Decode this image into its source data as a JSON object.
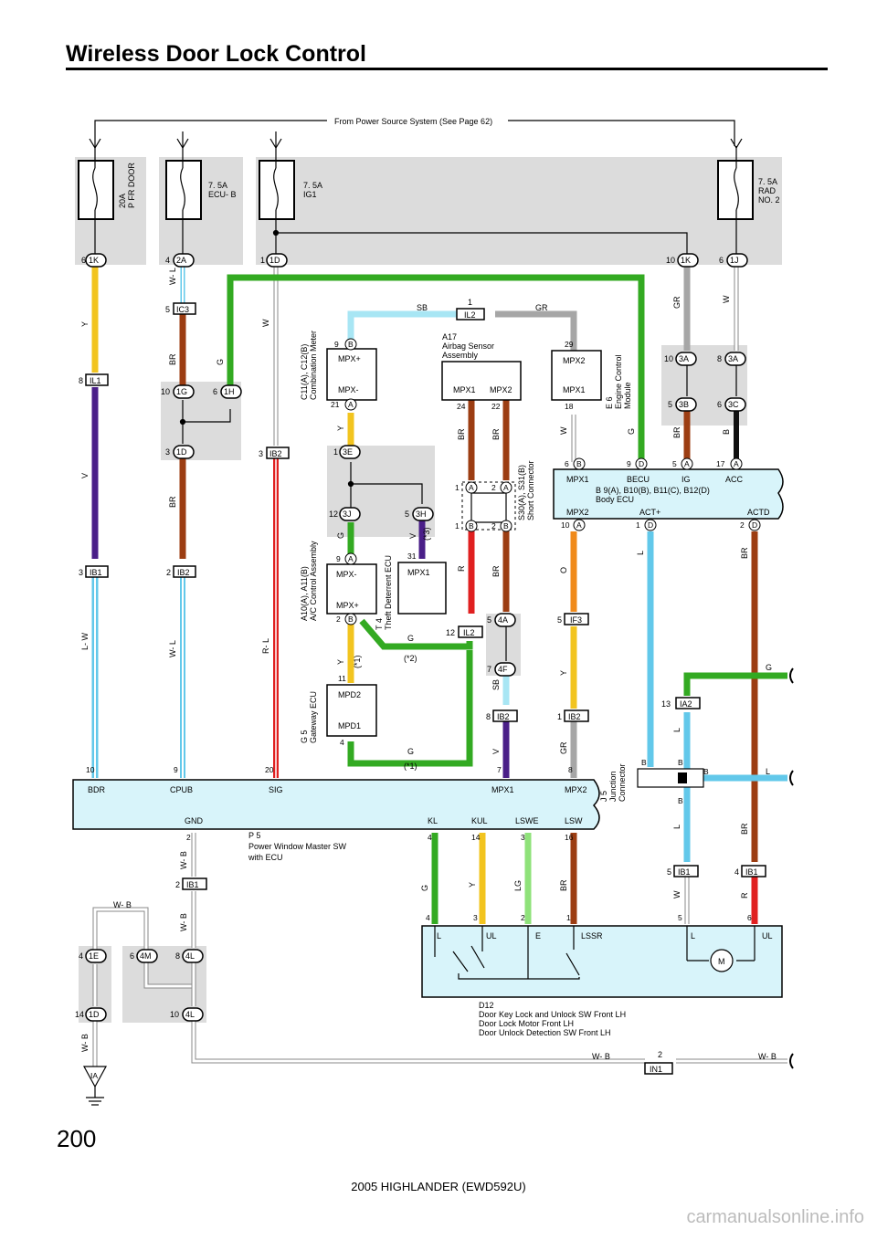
{
  "page": {
    "title": "Wireless Door Lock Control",
    "page_number": "200",
    "footer": "2005 HIGHLANDER (EWD592U)",
    "watermark": "carmanualsonline.info"
  },
  "power_source": "From Power Source System (See Page 62)",
  "fuses": [
    {
      "rating": "20A",
      "name": "P FR DOOR",
      "pin": "6",
      "connector": "1K"
    },
    {
      "rating": "7. 5A",
      "name": "ECU- B",
      "pin": "4",
      "connector": "2A"
    },
    {
      "rating": "7. 5A",
      "name": "IG1",
      "pin": "1",
      "connector": "1D"
    },
    {
      "rating": "7. 5A",
      "name": "RAD",
      "name2": "NO. 2",
      "pin": "6",
      "connector": "1J"
    }
  ],
  "components": {
    "combination_meter": {
      "id": "C11(A), C12(B)",
      "name": "Combination Meter",
      "pin_top": "MPX+",
      "pin_bottom": "MPX-"
    },
    "airbag": {
      "id": "A17",
      "name": "Airbag Sensor",
      "name2": "Assembly",
      "pin1": "MPX1",
      "pin2": "MPX2"
    },
    "engine_ecu": {
      "id": "E 6",
      "name": "Engine Control",
      "name2": "Module",
      "pin_top": "MPX2",
      "pin_bottom": "MPX1"
    },
    "short_connector": {
      "id": "S30(A), S31(B)",
      "name": "Short Connector"
    },
    "body_ecu": {
      "id": "B 9(A), B10(B), B11(C), B12(D)",
      "name": "Body ECU",
      "pins_top": [
        "MPX1",
        "BECU",
        "IG",
        "ACC"
      ],
      "pins_bottom": [
        "MPX2",
        "ACT+",
        "ACTD"
      ]
    },
    "ac_control": {
      "id": "A10(A), A11(B)",
      "name": "A/C Control Assembly",
      "pin_top": "MPX-",
      "pin_bottom": "MPX+"
    },
    "theft_ecu": {
      "id": "T 4",
      "name": "Theft Deterrent ECU",
      "pin": "MPX1"
    },
    "gateway": {
      "id": "G 5",
      "name": "Gateway ECU",
      "pin_top": "MPD2",
      "pin_bottom": "MPD1"
    },
    "junction": {
      "id": "J 5",
      "name": "Junction",
      "name2": "Connector"
    },
    "power_window": {
      "id": "P 5",
      "name": "Power Window Master SW",
      "name2": "with ECU",
      "pins_top": [
        "BDR",
        "CPUB",
        "SIG",
        "MPX1",
        "MPX2"
      ],
      "pins_bottom": [
        "GND",
        "KL",
        "KUL",
        "LSWE",
        "LSW"
      ]
    },
    "door_lock": {
      "id": "D12",
      "lines": [
        "Door Key Lock and Unlock SW Front LH",
        "Door Lock Motor Front LH",
        "Door Unlock Detection SW  Front LH"
      ],
      "pins": [
        "L",
        "UL",
        "E",
        "LSSR",
        "L",
        "UL"
      ],
      "motor": "M"
    }
  },
  "ground": "IA",
  "notes": [
    "(*1)",
    "(*2)",
    "(*3)"
  ]
}
